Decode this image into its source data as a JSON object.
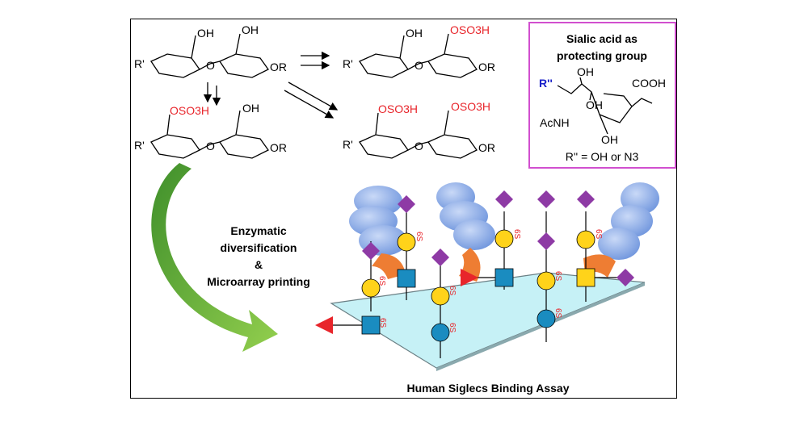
{
  "reaction": {
    "oh": "OH",
    "oso3h": "OSO3H",
    "r_prime": "R'",
    "or": "OR",
    "o": "O"
  },
  "inset": {
    "title_line1": "Sialic acid as",
    "title_line2": "protecting group",
    "r2": "R''",
    "oh": "OH",
    "cooh": "COOH",
    "acnh": "AcNH",
    "footnote": "R'' = OH or N3",
    "border_color": "#d14fcf"
  },
  "process": {
    "line1": "Enzymatic",
    "line2": "diversification",
    "line3": "&",
    "line4": "Microarray printing"
  },
  "array": {
    "sulfate_label": "6S",
    "caption": "Human Siglecs Binding Assay",
    "colors": {
      "galactose": "#ffd31a",
      "glcnac": "#1a8cc0",
      "glucose": "#1a8cc0",
      "sialic": "#8e3aa5",
      "fucose": "#e8252b",
      "lectin": "#8fb0e8",
      "anchor": "#ee7d33",
      "surface": "#c6f1f6",
      "arrow": "#5faa35"
    }
  }
}
